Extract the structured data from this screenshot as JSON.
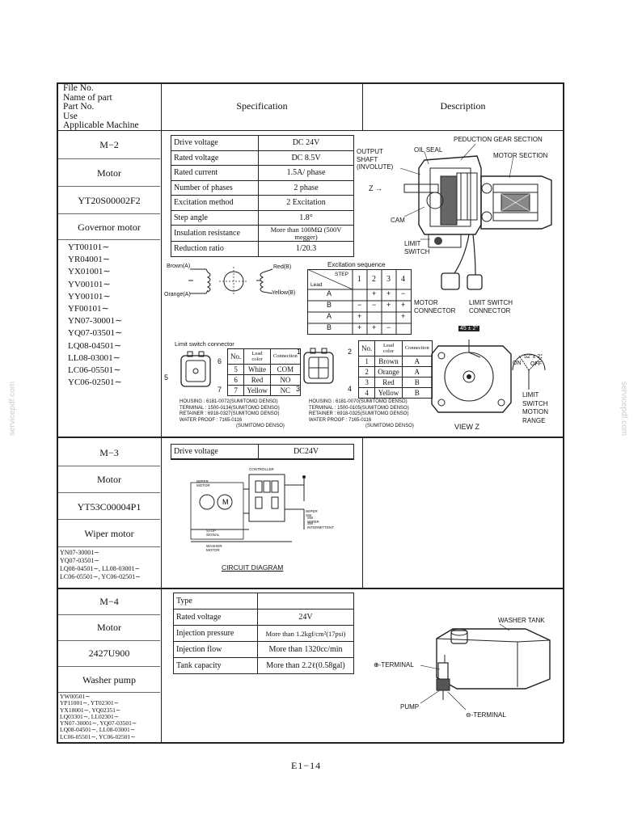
{
  "header": {
    "left_lines": [
      "File No.",
      "Name of part",
      "Part No.",
      "Use",
      "Applicable Machine"
    ],
    "spec_title": "Specification",
    "desc_title": "Description"
  },
  "m2": {
    "file_no": "M−2",
    "name": "Motor",
    "part_no": "YT20S00002F2",
    "use": "Governor motor",
    "machines": [
      "YT00101∼",
      "YR04001∼",
      "YX01001∼",
      "YV00101∼",
      "YY00101∼",
      "YF00101∼",
      "YN07-30001∼",
      "YQ07-03501∼",
      "LQ08-04501∼",
      "LL08-03001∼",
      "LC06-05501∼",
      "YC06-02501∼"
    ],
    "spec": [
      {
        "label": "Drive voltage",
        "value": "DC 24V"
      },
      {
        "label": "Rated voltage",
        "value": "DC 8.5V"
      },
      {
        "label": "Rated current",
        "value": "1.5A/ phase"
      },
      {
        "label": "Number of phases",
        "value": "2 phase"
      },
      {
        "label": "Excitation method",
        "value": "2 Excitation"
      },
      {
        "label": "Step angle",
        "value": "1.8°"
      },
      {
        "label": "Insulation resistance",
        "value": "More than 100MΩ (500V megger)"
      },
      {
        "label": "Reduction ratio",
        "value": "1/20.3"
      }
    ],
    "coil_labels": {
      "brown": "Brown(A)",
      "orange": "Orange(A)",
      "red": "Red(B)",
      "yellow": "Yellow(B)"
    },
    "excitation": {
      "title": "Excitation sequence",
      "step_label": "STEP",
      "lead_label": "Lead",
      "steps": [
        "1",
        "2",
        "3",
        "4"
      ],
      "rows": [
        {
          "lead": "A",
          "vals": [
            "",
            "+",
            "+",
            "−"
          ]
        },
        {
          "lead": "B",
          "vals": [
            "−",
            "−",
            "+",
            "+"
          ]
        },
        {
          "lead": "A",
          "vals": [
            "+",
            "",
            "",
            "+"
          ]
        },
        {
          "lead": "B",
          "vals": [
            "+",
            "+",
            "−",
            ""
          ]
        }
      ]
    },
    "limit_switch": {
      "title": "Limit switch connector",
      "headers": [
        "No.",
        "Lead color",
        "Connection"
      ],
      "rows": [
        {
          "no": "5",
          "color": "White",
          "conn": "COM"
        },
        {
          "no": "6",
          "color": "Red",
          "conn": "NO"
        },
        {
          "no": "7",
          "color": "Yellow",
          "conn": "NC"
        }
      ],
      "pins": [
        "6",
        "5",
        "7"
      ],
      "notes": [
        "HOUSING : 6181-0072(SUMITOMO DENSO)",
        "TERMINAL : 1500-0134(SUMITOMO DENSO)",
        "RETAINER : 6918-0327(SUMITOMO DENSO)",
        "WATER PROOF : 7165-0116",
        "(SUMITOMO DENSO)"
      ]
    },
    "motor_connector": {
      "headers": [
        "No.",
        "Lead color",
        "Connection"
      ],
      "rows": [
        {
          "no": "1",
          "color": "Brown",
          "conn": "A"
        },
        {
          "no": "2",
          "color": "Orange",
          "conn": "A"
        },
        {
          "no": "3",
          "color": "Red",
          "conn": "B"
        },
        {
          "no": "4",
          "color": "Yellow",
          "conn": "B"
        }
      ],
      "pins": [
        "1",
        "2",
        "3",
        "4"
      ],
      "notes": [
        "HOUSING : 6181-0070(SUMITOMO DENSO)",
        "TERMINAL : 1500-0105(SUMITOMO DENSO)",
        "RETAINER : 6918-0325(SUMITOMO DENSO)",
        "WATER PROOF : 7165-0116",
        "(SUMITOMO DENSO)"
      ]
    },
    "drawing_labels": {
      "reduction": "PEDUCTION GEAR SECTION",
      "motor_section": "MOTOR SECTION",
      "output_shaft": "OUTPUT SHAFT (INVOLUTE)",
      "oil_seal": "OIL SEAL",
      "z_arrow": "Z →",
      "cam": "CAM",
      "limit_switch": "LIMIT SWITCH",
      "motor_connector": "MOTOR CONNECTOR",
      "limit_switch_connector": "LIMIT SWITCH CONNECTOR",
      "angle": "45 ± 2°",
      "angle2": "52°± 2°",
      "on": "ON",
      "off": "OFF",
      "range": "LIMIT SWITCH MOTION RANGE",
      "view": "VIEW  Z"
    }
  },
  "m3": {
    "file_no": "M−3",
    "name": "Motor",
    "part_no": "YT53C00004P1",
    "use": "Wiper motor",
    "machines": [
      "YN07-30001∼",
      "YQ07-03501∼",
      "LQ08-04501∼, LL08-03001∼",
      "LC06-05501∼, YC06-02501∼"
    ],
    "spec_label": "Drive voltage",
    "spec_value": "DC24V",
    "circuit_title": "CIRCUIT DIAGRAM",
    "circuit_labels": [
      "WIPER MOTOR",
      "CONTROLLER",
      "WIPER SW",
      "SW : WIPER",
      "SW : INTERMITTENT",
      "STOP SIGNAL",
      "WASHER MOTOR"
    ]
  },
  "m4": {
    "file_no": "M−4",
    "name": "Motor",
    "part_no": "2427U900",
    "use": "Washer pump",
    "machines": [
      "YW00501∼",
      "YP11001∼, YT02301∼",
      "YX18001∼, YQ02351∼",
      "LQ03301∼, LL02301∼",
      "YN07-30001∼, YQ07-03501∼",
      "LQ08-04501∼, LL08-03001∼",
      "LC06-05501∼, YC06-02501∼"
    ],
    "spec": [
      {
        "label": "Type",
        "value": ""
      },
      {
        "label": "Rated voltage",
        "value": "24V"
      },
      {
        "label": "Injection pressure",
        "value": "More than 1.2kgf/cm²(17psi)"
      },
      {
        "label": "Injection flow",
        "value": "More than 1320cc/min"
      },
      {
        "label": "Tank capacity",
        "value": "More than 2.2ℓ(0.58gal)"
      }
    ],
    "labels": {
      "washer_tank": "WASHER TANK",
      "plus_terminal": "⊕-TERMINAL",
      "minus_terminal": "⊖-TERMINAL",
      "pump": "PUMP"
    }
  },
  "footer": {
    "page": "E1−14"
  },
  "watermark": {
    "left": "servicepdf.com",
    "right": "servicepdf.com"
  }
}
